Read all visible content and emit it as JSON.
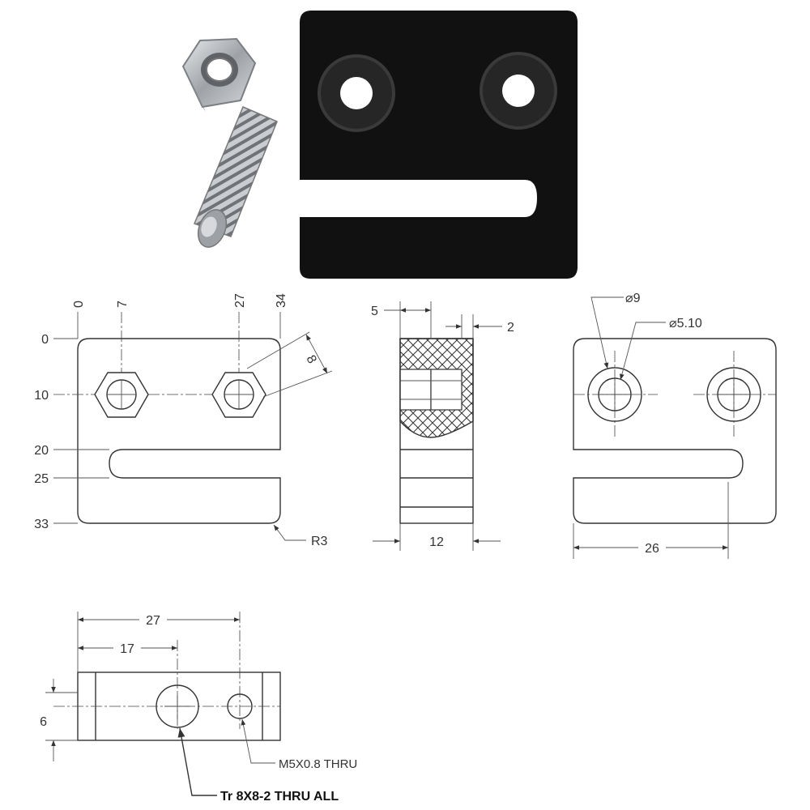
{
  "top_view": {
    "x_ticks": [
      "0",
      "7",
      "27",
      "34"
    ],
    "y_ticks": [
      "0",
      "10",
      "20",
      "25",
      "33"
    ],
    "nut_size": "8",
    "corner_radius": "R3"
  },
  "side_view": {
    "offset_left": "5",
    "offset_right": "2",
    "width": "12"
  },
  "bottom_view": {
    "hole_large": "⌀9",
    "hole_small": "⌀5.10",
    "width": "26"
  },
  "end_view": {
    "width_total": "27",
    "width_partial": "17",
    "height": "6",
    "callout_small": "M5X0.8 THRU",
    "callout_large": "Tr 8X8-2 THRU ALL"
  },
  "colors": {
    "block": "#111111",
    "line": "#333333",
    "metal": "#b9bcc0"
  }
}
